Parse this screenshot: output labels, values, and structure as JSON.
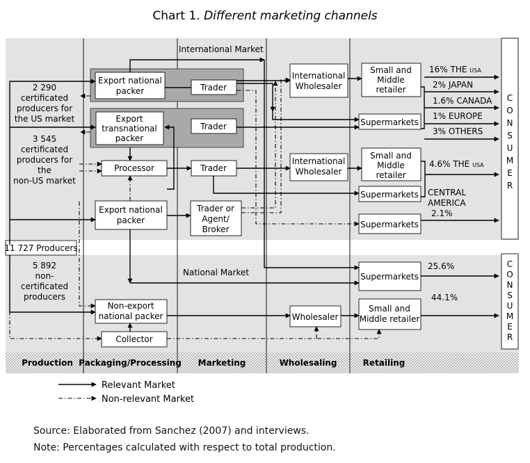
{
  "title": {
    "prefix": "Chart 1.",
    "italic": "Different marketing channels"
  },
  "stages": [
    "Production",
    "Packaging/Processing",
    "Marketing",
    "Wholesaling",
    "Retailing"
  ],
  "markets": {
    "international": "International Market",
    "national": "National Market"
  },
  "producers": {
    "certified_us": [
      "2 290",
      "certificated",
      "producers for",
      "the US market"
    ],
    "certified_non_us": [
      "3 545",
      "certificated",
      "producers for",
      "the",
      "non-US market"
    ],
    "total": "11 727 Producers",
    "non_certified": [
      "5 892",
      "non-",
      "certificated",
      "producers"
    ]
  },
  "nodes": {
    "export_national_packer_1": [
      "Export national",
      "packer"
    ],
    "trader_1": "Trader",
    "export_transnational_packer": [
      "Export",
      "transnational",
      "packer"
    ],
    "trader_2": "Trader",
    "processor": "Processor",
    "trader_3": "Trader",
    "export_national_packer_2": [
      "Export national",
      "packer"
    ],
    "trader_agent_broker": [
      "Trader or",
      "Agent/",
      "Broker"
    ],
    "intl_wholesaler_1": [
      "International",
      "Wholesaler"
    ],
    "intl_wholesaler_2": [
      "International",
      "Wholesaler"
    ],
    "small_middle_retailer_1": [
      "Small and",
      "Middle",
      "retailer"
    ],
    "small_middle_retailer_2": [
      "Small and",
      "Middle",
      "retailer"
    ],
    "supermarkets_1": "Supermarkets",
    "supermarkets_2": "Supermarkets",
    "supermarkets_3": "Supermarkets",
    "supermarkets_4": "Supermarkets",
    "non_export_packer": [
      "Non-export",
      "national packer"
    ],
    "collector": "Collector",
    "wholesaler": "Wholesaler",
    "small_middle_retailer_3": [
      "Small and",
      "Middle retailer"
    ]
  },
  "destinations": [
    {
      "pct": "16%",
      "name": "THE",
      "sc": "USA"
    },
    {
      "pct": "2%",
      "name": "JAPAN",
      "sc": ""
    },
    {
      "pct": "1.6%",
      "name": "CANADA",
      "sc": ""
    },
    {
      "pct": "1%",
      "name": "EUROPE",
      "sc": ""
    },
    {
      "pct": "3%",
      "name": "OTHERS",
      "sc": ""
    }
  ],
  "destination_usa_2": {
    "pct": "4.6%",
    "name": "THE",
    "sc": "USA"
  },
  "central_america": {
    "name": [
      "CENTRAL",
      "AMERICA"
    ],
    "pct": "2.1%"
  },
  "national_pcts": [
    "25.6%",
    "44.1%"
  ],
  "consumer": [
    "C",
    "O",
    "N",
    "S",
    "U",
    "M",
    "E",
    "R"
  ],
  "legend": {
    "relevant": "Relevant Market",
    "non_relevant": "Non-relevant Market"
  },
  "source": "Source: Elaborated from Sanchez (2007) and interviews.",
  "note": "Note: Percentages calculated with respect to total production.",
  "colors": {
    "panel": "#e3e3e3",
    "grey_box": "#a9a9a9",
    "line": "#000000"
  }
}
